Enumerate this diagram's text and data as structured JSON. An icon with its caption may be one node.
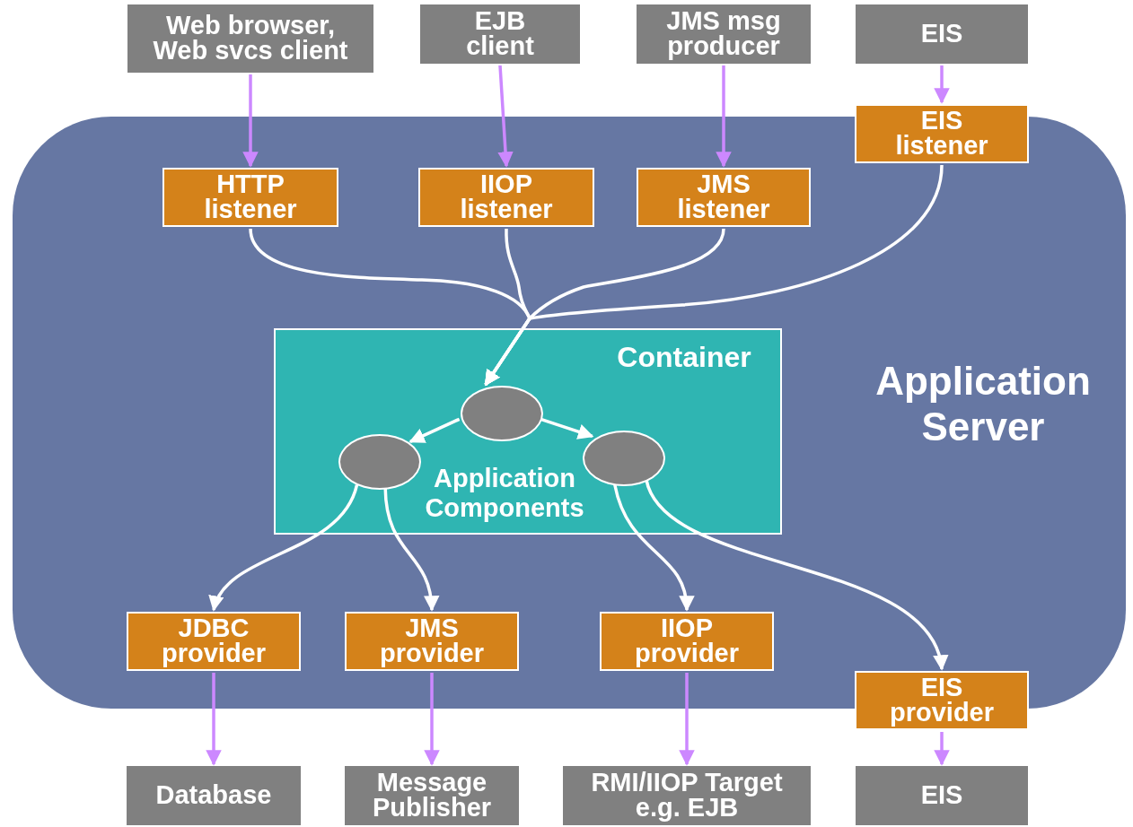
{
  "diagram": {
    "nodes": [
      {
        "text": [
          "Web browser, Web svcs client"
        ]
      },
      {
        "text": [
          "EJB client"
        ]
      },
      {
        "text": [
          "JMS msg producer"
        ]
      },
      {
        "text": [
          "EIS"
        ]
      },
      {
        "text": [
          "Application Server"
        ]
      },
      {
        "text": [
          "HTTP listener"
        ],
        "in": 4
      },
      {
        "text": [
          "IIOP listener"
        ],
        "in": 4
      },
      {
        "text": [
          "JMS listener"
        ],
        "in": 4
      },
      {
        "text": [
          "EIS listener"
        ]
      },
      {
        "text": [
          "Container",
          "Application Components"
        ],
        "in": 4
      },
      {
        "text": [],
        "shape": "circle",
        "in": 9
      },
      {
        "text": [],
        "shape": "circle",
        "in": 9
      },
      {
        "text": [],
        "shape": "circle",
        "in": 9
      },
      {
        "text": [
          "JDBC provider"
        ],
        "in": 4
      },
      {
        "text": [
          "JMS provider"
        ],
        "in": 4
      },
      {
        "text": [
          "IIOP provider"
        ],
        "in": 4
      },
      {
        "text": [
          "EIS provider"
        ]
      },
      {
        "text": [
          "Database"
        ]
      },
      {
        "text": [
          "Message Publisher"
        ]
      },
      {
        "text": [
          "RMI/IIOP Target e.g. EJB"
        ]
      },
      {
        "text": [
          "EIS"
        ]
      }
    ],
    "edges": [
      {
        "from": 0,
        "to": 5,
        "arrow": "to",
        "color": "#cc88ff"
      },
      {
        "from": 1,
        "to": 6,
        "arrow": "to",
        "color": "#cc88ff"
      },
      {
        "from": 2,
        "to": 7,
        "arrow": "to",
        "color": "#cc88ff"
      },
      {
        "from": 3,
        "to": 8,
        "arrow": "to",
        "color": "#cc88ff"
      },
      {
        "from": 5,
        "to": 10,
        "arrow": "to",
        "color": "#ffffff"
      },
      {
        "from": 6,
        "to": 10,
        "arrow": "to",
        "color": "#ffffff"
      },
      {
        "from": 7,
        "to": 10,
        "arrow": "to",
        "color": "#ffffff"
      },
      {
        "from": 8,
        "to": 10,
        "arrow": "to",
        "color": "#ffffff"
      },
      {
        "from": 10,
        "to": 11,
        "arrow": "to",
        "color": "#ffffff"
      },
      {
        "from": 10,
        "to": 12,
        "arrow": "to",
        "color": "#ffffff"
      },
      {
        "from": 11,
        "to": 13,
        "arrow": "to",
        "color": "#ffffff"
      },
      {
        "from": 11,
        "to": 14,
        "arrow": "to",
        "color": "#ffffff"
      },
      {
        "from": 12,
        "to": 15,
        "arrow": "to",
        "color": "#ffffff"
      },
      {
        "from": 12,
        "to": 16,
        "arrow": "to",
        "color": "#ffffff"
      },
      {
        "from": 13,
        "to": 17,
        "arrow": "to",
        "color": "#cc88ff"
      },
      {
        "from": 14,
        "to": 18,
        "arrow": "to",
        "color": "#cc88ff"
      },
      {
        "from": 15,
        "to": 19,
        "arrow": "to",
        "color": "#cc88ff"
      },
      {
        "from": 16,
        "to": 20,
        "arrow": "to",
        "color": "#cc88ff"
      }
    ]
  }
}
